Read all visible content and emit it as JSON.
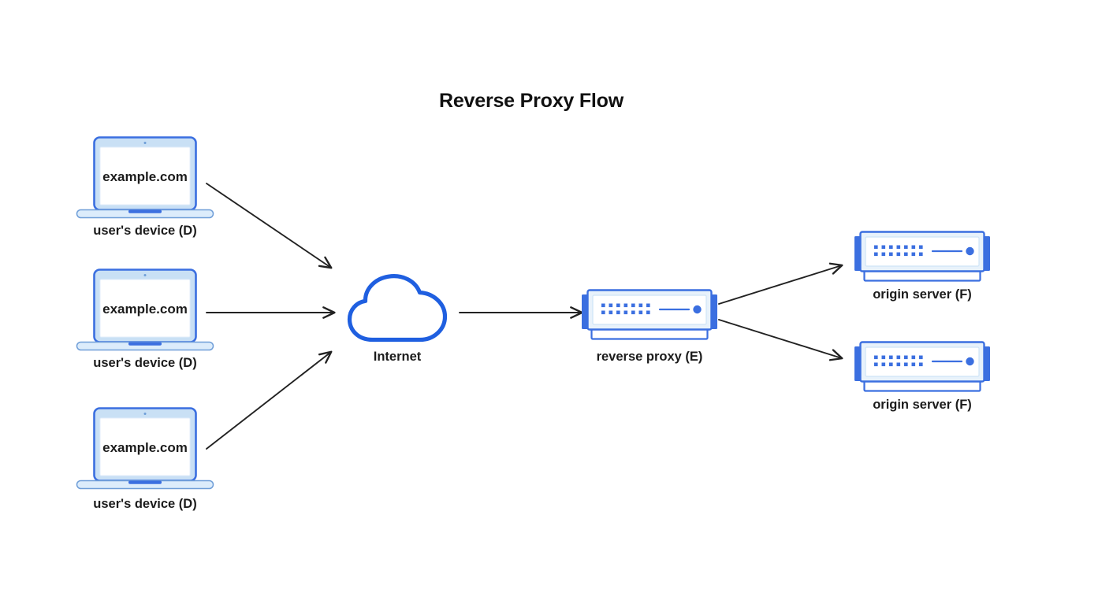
{
  "diagram": {
    "title": "Reverse Proxy Flow",
    "background_color": "#ffffff",
    "palette": {
      "accent_blue": "#3b6fe0",
      "cloud_blue": "#1f5fe0",
      "light_fill": "#c9e0f5",
      "pale_fill": "#e8f2fb",
      "arrow_color": "#222222",
      "text_color": "#1c1c1c"
    },
    "clients": [
      {
        "id": "client-1",
        "icon": "laptop-icon",
        "screen_text": "example.com",
        "label": "user's device (D)"
      },
      {
        "id": "client-2",
        "icon": "laptop-icon",
        "screen_text": "example.com",
        "label": "user's device (D)"
      },
      {
        "id": "client-3",
        "icon": "laptop-icon",
        "screen_text": "example.com",
        "label": "user's device (D)"
      }
    ],
    "internet": {
      "id": "internet",
      "icon": "cloud-icon",
      "label": "Internet"
    },
    "proxy": {
      "id": "reverse-proxy",
      "icon": "server-icon",
      "label": "reverse proxy (E)"
    },
    "origins": [
      {
        "id": "origin-1",
        "icon": "server-icon",
        "label": "origin server (F)"
      },
      {
        "id": "origin-2",
        "icon": "server-icon",
        "label": "origin server (F)"
      }
    ],
    "connections": [
      {
        "id": "client1-to-internet",
        "from": "client-1",
        "to": "internet",
        "style": "arrow"
      },
      {
        "id": "client2-to-internet",
        "from": "client-2",
        "to": "internet",
        "style": "arrow"
      },
      {
        "id": "client3-to-internet",
        "from": "client-3",
        "to": "internet",
        "style": "arrow"
      },
      {
        "id": "internet-to-proxy",
        "from": "internet",
        "to": "reverse-proxy",
        "style": "arrow"
      },
      {
        "id": "proxy-to-origin1",
        "from": "reverse-proxy",
        "to": "origin-1",
        "style": "arrow"
      },
      {
        "id": "proxy-to-origin2",
        "from": "reverse-proxy",
        "to": "origin-2",
        "style": "arrow"
      }
    ]
  }
}
